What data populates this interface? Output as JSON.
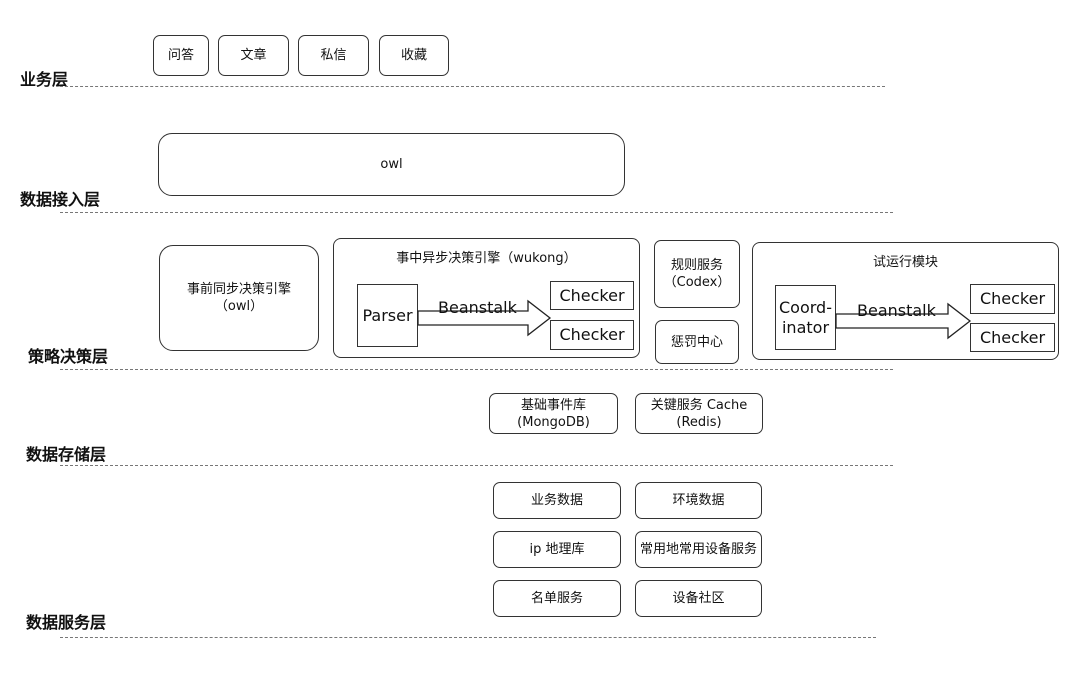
{
  "layers": {
    "business": "业务层",
    "access": "数据接入层",
    "strategy": "策略决策层",
    "storage": "数据存储层",
    "service": "数据服务层"
  },
  "business_items": [
    "问答",
    "文章",
    "私信",
    "收藏"
  ],
  "access": {
    "owl": "owl"
  },
  "strategy": {
    "sync_engine": {
      "line1": "事前同步决策引擎",
      "line2": "（owl）"
    },
    "async_engine": {
      "title": "事中异步决策引擎（wukong）",
      "parser": "Parser",
      "queue": "Beanstalk",
      "checker1": "Checker",
      "checker2": "Checker"
    },
    "rules": {
      "line1": "规则服务",
      "line2": "（Codex）"
    },
    "punish": "惩罚中心",
    "trial": {
      "title": "试运行模块",
      "coord_line1": "Coord-",
      "coord_line2": "inator",
      "queue": "Beanstalk",
      "checker1": "Checker",
      "checker2": "Checker"
    }
  },
  "storage": {
    "event_db": {
      "line1": "基础事件库",
      "line2": "(MongoDB)"
    },
    "cache": {
      "line1": "关键服务 Cache",
      "line2": "(Redis)"
    }
  },
  "service": {
    "biz_data": "业务数据",
    "env_data": "环境数据",
    "ip_db": "ip 地理库",
    "device_service": "常用地常用设备服务",
    "list_service": "名单服务",
    "device_community": "设备社区"
  }
}
